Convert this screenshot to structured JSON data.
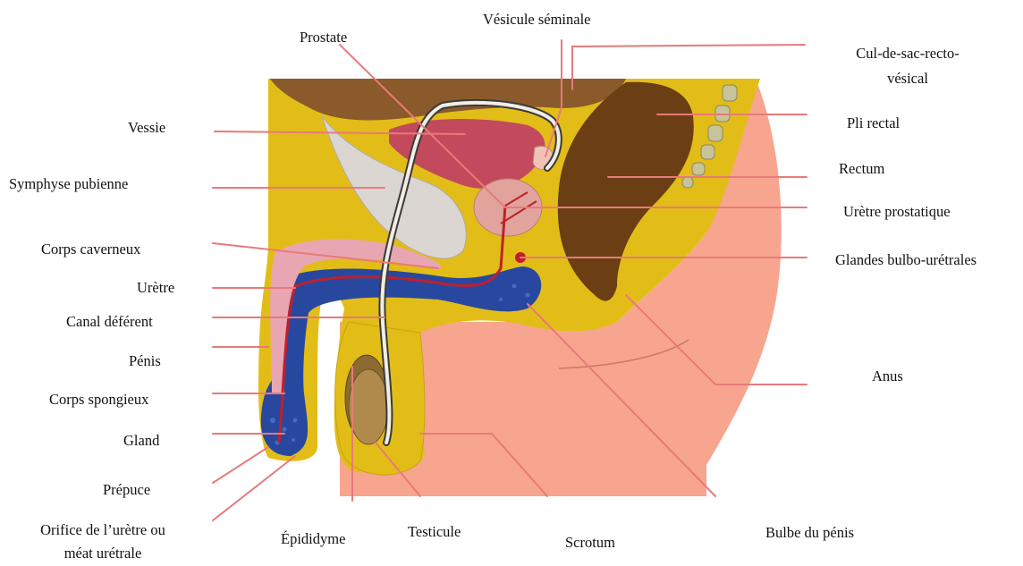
{
  "labels": {
    "prostate": "Prostate",
    "vesicule_seminale": "Vésicule séminale",
    "cul_de_sac_line1": "Cul-de-sac-recto-",
    "cul_de_sac_line2": "vésical",
    "vessie": "Vessie",
    "pli_rectal": "Pli rectal",
    "symphyse_pubienne": "Symphyse pubienne",
    "rectum": "Rectum",
    "uretre_prostatique": "Urètre prostatique",
    "corps_caverneux": "Corps caverneux",
    "glandes_bulbo": "Glandes bulbo-urétrales",
    "uretre": "Urètre",
    "canal_deferent": "Canal déférent",
    "penis": "Pénis",
    "anus": "Anus",
    "corps_spongieux": "Corps spongieux",
    "gland": "Gland",
    "prepuce": "Prépuce",
    "orifice_line1": "Orifice de l’urètre ou",
    "orifice_line2": "méat urétrale",
    "epididyme": "Épididyme",
    "testicule": "Testicule",
    "scrotum": "Scrotum",
    "bulbe_du_penis": "Bulbe du pénis"
  },
  "colors": {
    "leader_line": "#e87a7a",
    "body_fat": "#e2bd18",
    "skin": "#f7a58f",
    "bladder": "#c24a5c",
    "prostate": "#e0a49c",
    "rectum": "#6b3e14",
    "pubic_bone": "#dcd6d2",
    "corpus_spongiosum": "#2848a0",
    "corpus_cavernosum": "#e8a6b2",
    "testis": "#b08a4c",
    "peritoneum": "#8b5a2b"
  }
}
